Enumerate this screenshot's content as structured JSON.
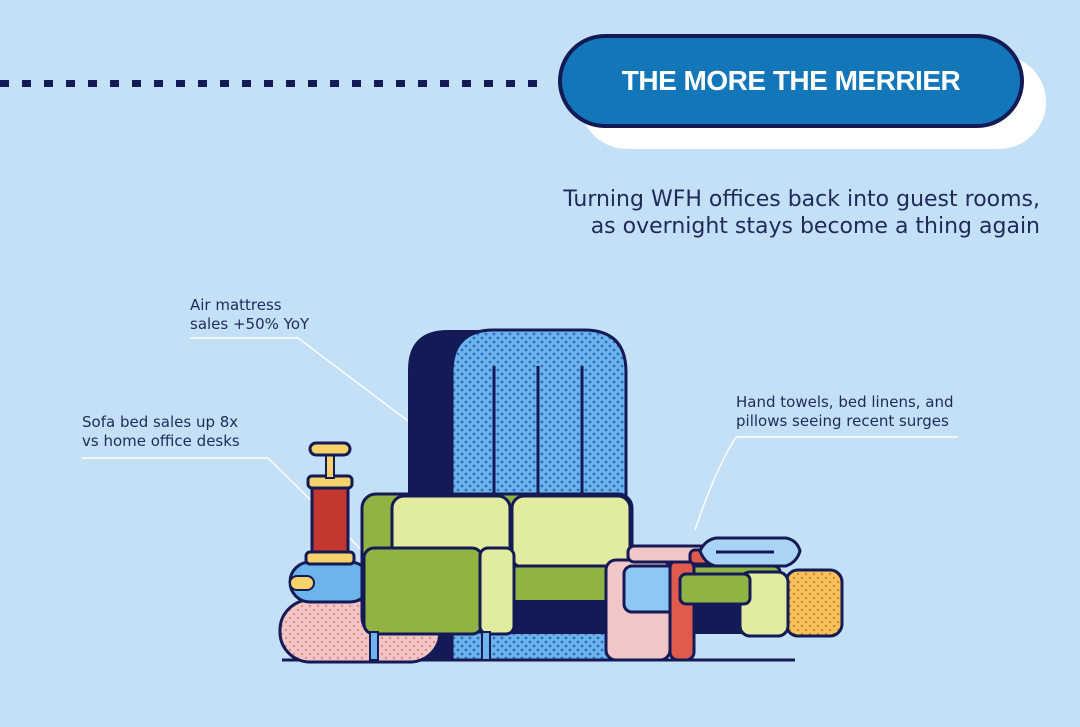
{
  "header": {
    "title": "THE MORE THE MERRIER"
  },
  "subtitle": {
    "line1": "Turning WFH offices back into guest rooms,",
    "line2": "as overnight stays become a thing again"
  },
  "callouts": {
    "air_mattress": {
      "line1": "Air mattress",
      "line2": "sales +50% YoY"
    },
    "sofa_bed": {
      "line1": "Sofa bed sales up 8x",
      "line2": "vs home office desks"
    },
    "linens": {
      "line1": "Hand towels, bed linens, and",
      "line2": "pillows seeing recent surges"
    }
  },
  "colors": {
    "background": "#c4e0f6",
    "navy": "#141a55",
    "pill_blue": "#1276b9",
    "sofa_green": "#8fb444",
    "cushion_yellow": "#e2ecA0",
    "mattress_blue": "#5aa6e6",
    "pump_red": "#c2372f",
    "pink": "#f2c6c6",
    "orange": "#f4b84e"
  }
}
